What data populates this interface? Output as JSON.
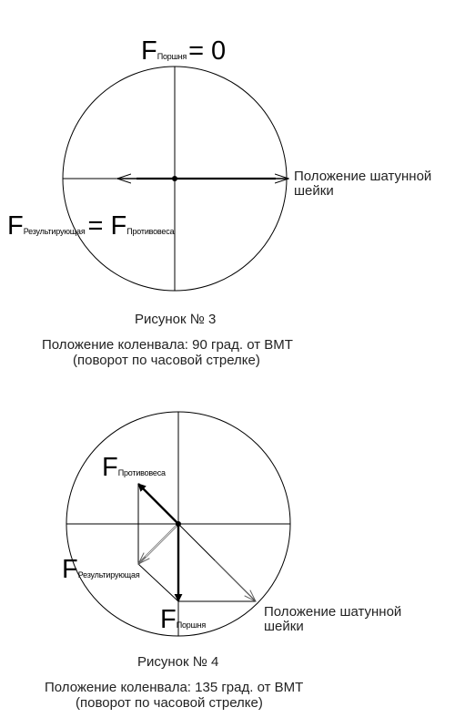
{
  "figure3": {
    "top_label": {
      "symbol": "F",
      "sub": "Поршня",
      "value": "= 0"
    },
    "left_label": {
      "symbol": "F",
      "sub": "Результирующая",
      "eq": "= F",
      "sub2": "Противовеса"
    },
    "position_note": [
      "Положение шатунной",
      "шейки"
    ],
    "caption_title": "Рисунок № 3",
    "caption_line1": "Положение коленвала: 90 град. от ВМТ",
    "caption_line2": "(поворот по часовой стрелке)"
  },
  "figure4": {
    "counterweight_label": {
      "symbol": "F",
      "sub": "Противовеса"
    },
    "resultant_label": {
      "symbol": "F",
      "sub": "Результирующая"
    },
    "piston_label": {
      "symbol": "F",
      "sub": "Поршня"
    },
    "position_note": [
      "Положение шатунной",
      "шейки"
    ],
    "caption_title": "Рисунок № 4",
    "caption_line1": "Положение коленвала: 135 град. от ВМТ",
    "caption_line2": "(поворот по часовой стрелке)"
  }
}
